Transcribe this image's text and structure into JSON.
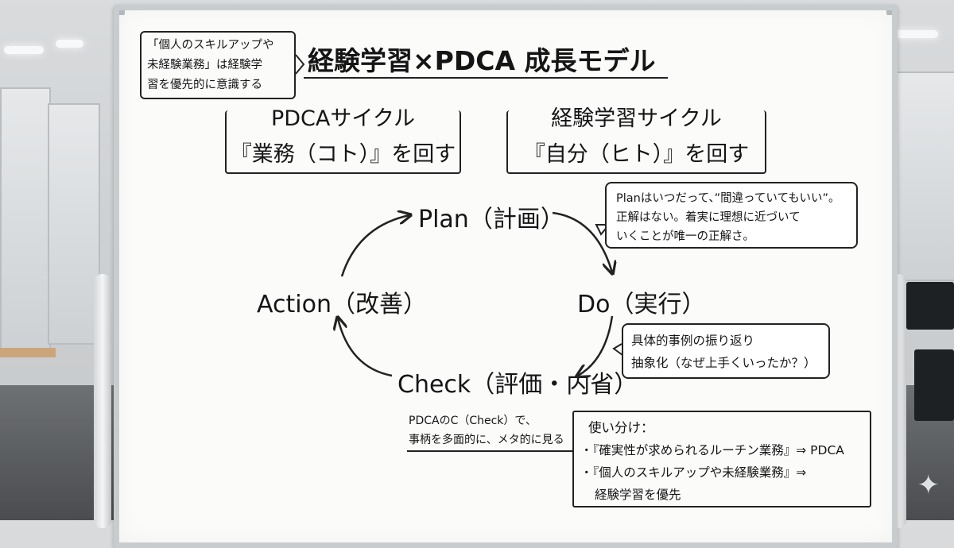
{
  "title": "経験学習×PDCA 成長モデル",
  "corner_note": [
    "「個人のスキルアップや",
    "未経験業務」は経験学",
    "習を優先的に意識する"
  ],
  "pdca_box": {
    "title": "PDCAサイクル",
    "subtitle": "『業務（コト）』を回す"
  },
  "exp_box": {
    "title": "経験学習サイクル",
    "subtitle": "『自分（ヒト）』を回す"
  },
  "cycle": {
    "plan": "Plan（計画）",
    "do": "Do（実行）",
    "check": "Check（評価・内省）",
    "action": "Action（改善）"
  },
  "plan_note": [
    "Planはいつだって、”間違っていてもいい”。",
    "正解はない。着実に理想に近づいて",
    "いくことが唯一の正解さ。"
  ],
  "do_note": [
    "具体的事例の振り返り",
    "抽象化（なぜ上手くいったか？）"
  ],
  "check_note": [
    "PDCAのC（Check）で、",
    "事柄を多面的に、メタ的に見る"
  ],
  "usage": {
    "heading": "使い分け：",
    "line1": "・『確実性が求められるルーチン業務』⇒ PDCA",
    "line2": "・『個人のスキルアップや未経験業務』⇒",
    "line3": "経験学習を優先"
  }
}
